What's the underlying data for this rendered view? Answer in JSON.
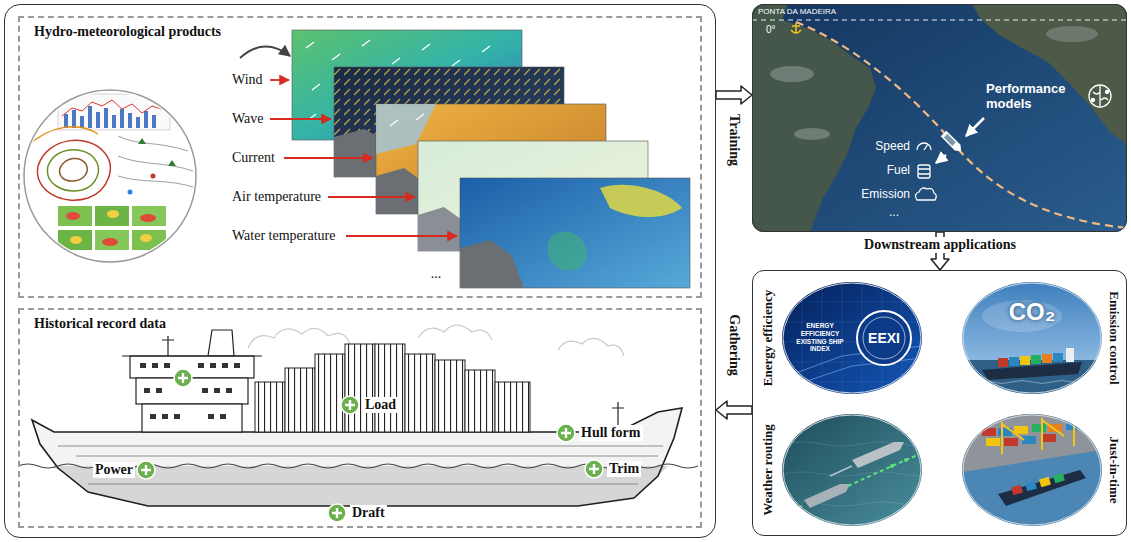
{
  "diagram": {
    "nodes": [
      {
        "text": []
      },
      {
        "text": [
          "Hydro-meteorological products"
        ],
        "in": 0
      },
      {
        "text": [
          "Historical record data"
        ],
        "in": 0
      },
      {
        "text": [
          "PONTA DA MADEIRA",
          "0°",
          "Performance models",
          "Speed",
          "Fuel",
          "Emission",
          "..."
        ]
      },
      {
        "text": []
      },
      {
        "text": [
          "Energy efficiency",
          "EEXI",
          "ENERGY EFFICIENCY EXISTING SHIP INDEX"
        ],
        "in": 4
      },
      {
        "text": [
          "Emission control",
          "CO₂"
        ],
        "in": 4
      },
      {
        "text": [
          "Weather routing"
        ],
        "in": 4
      },
      {
        "text": [
          "Just-in-time"
        ],
        "in": 4
      }
    ],
    "edges": [
      {
        "from": 0,
        "to": 3,
        "arrow": "to",
        "label": "Training"
      },
      {
        "from": 3,
        "to": 4,
        "arrow": "to",
        "label": "Downstream applications"
      },
      {
        "from": 4,
        "to": 0,
        "arrow": "to",
        "label": "Gathering"
      }
    ],
    "labels": [
      "Wind",
      "Wave",
      "Current",
      "Air temperature",
      "Water temperature",
      "...",
      "Load",
      "Hull form",
      "Power",
      "Trim",
      "Draft"
    ]
  }
}
